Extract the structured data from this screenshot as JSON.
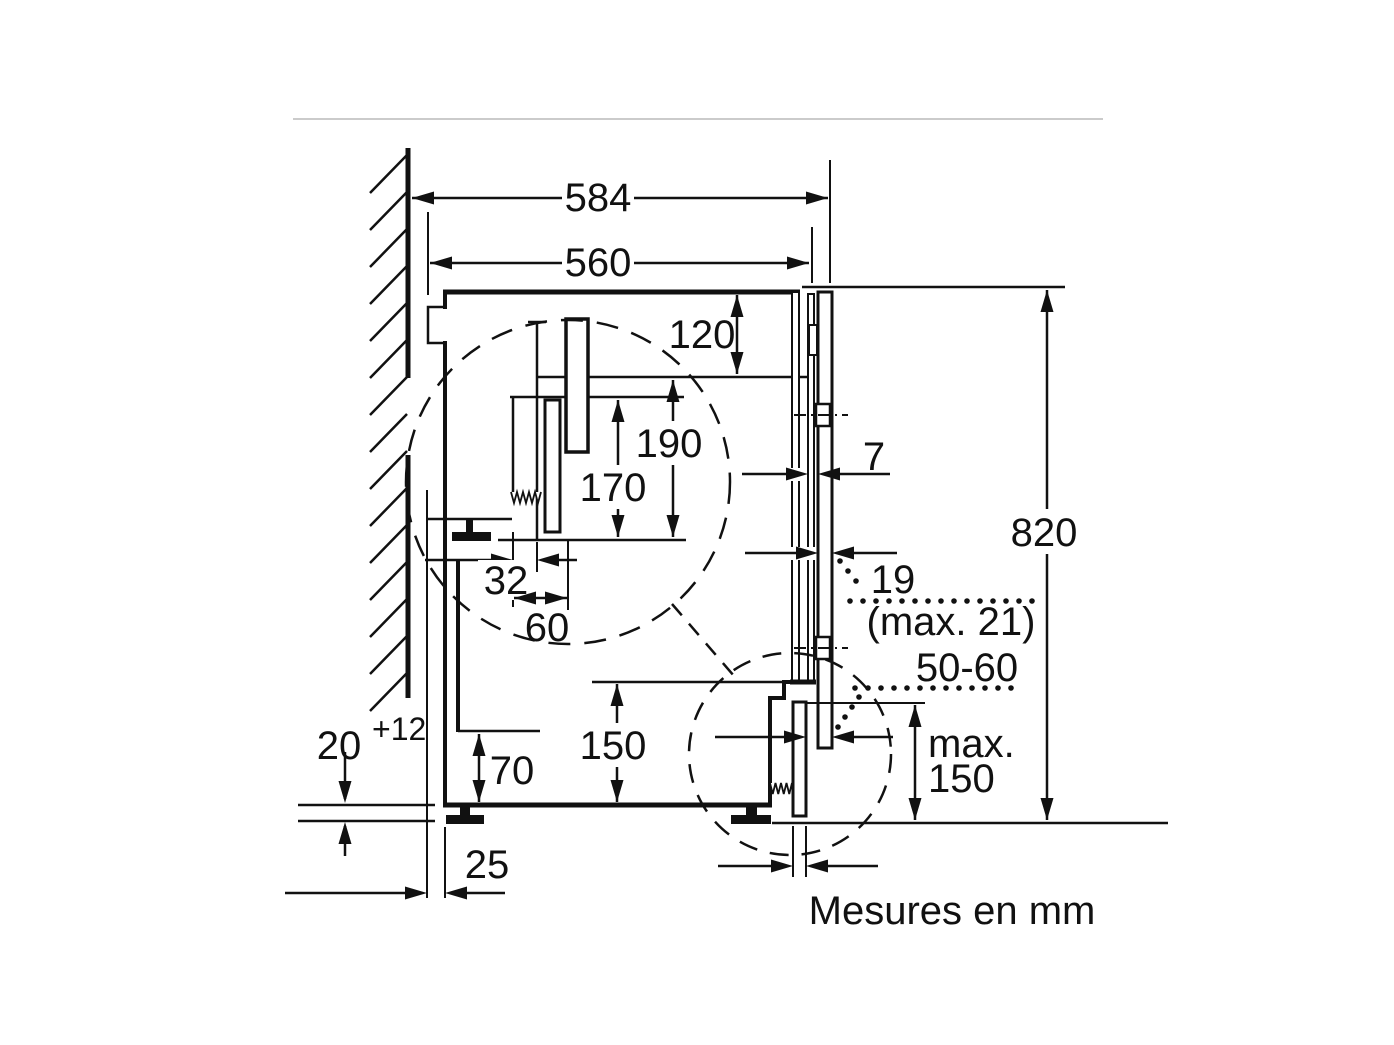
{
  "drawing": {
    "type": "installation-dimension-diagram",
    "unit_note": "Mesures en mm",
    "colors": {
      "line": "#111111",
      "background": "#ffffff",
      "top_rule": "#cbcbcb"
    },
    "dimensions_mm": {
      "top_depth": "584",
      "niche_depth": "560",
      "top_clearance": "120",
      "hose_height_upper": "190",
      "hose_height_lower": "170",
      "hose_offset": "32",
      "hose_spacing": "60",
      "door_gap": "7",
      "niche_height": "820",
      "door_thickness": "19",
      "door_thickness_max": "(max. 21)",
      "plinth_recess": "50-60",
      "plinth_height_max_word": "max.",
      "plinth_height_max_value": "150",
      "base_recess_front": "150",
      "base_recess_rear": "70",
      "bottom_gap": "20",
      "bottom_gap_tolerance": "+12",
      "wall_clearance": "25"
    }
  }
}
